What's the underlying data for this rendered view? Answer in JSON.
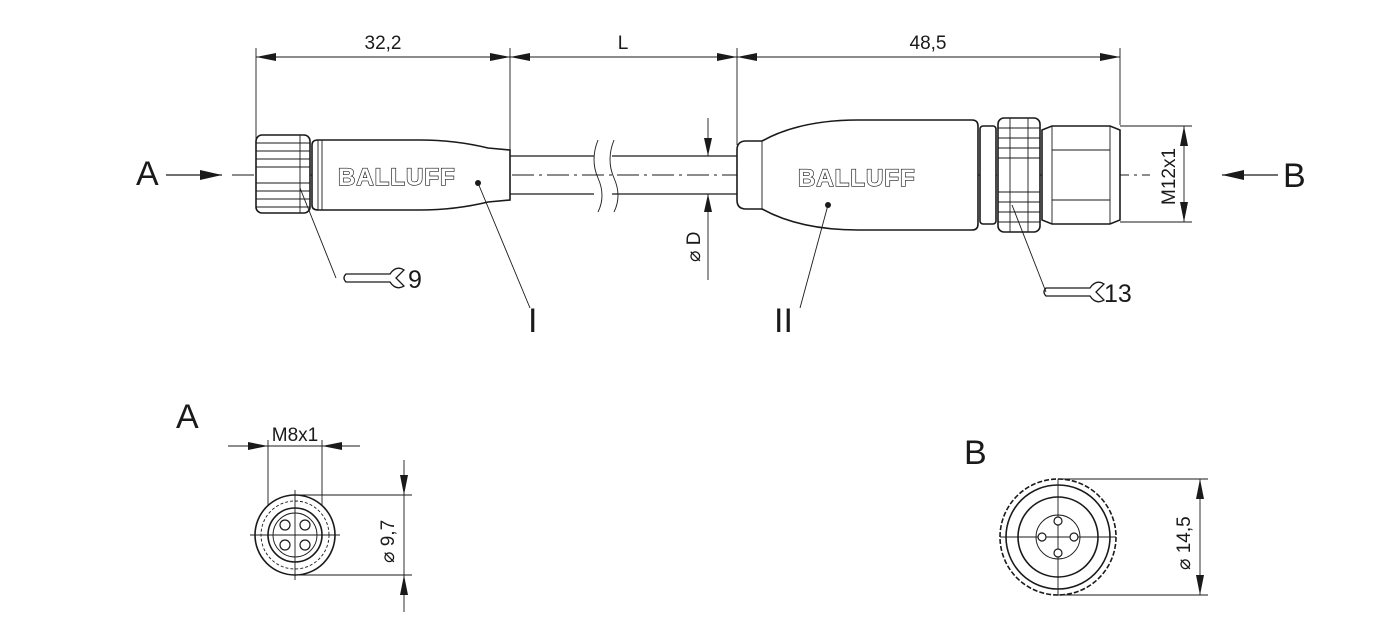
{
  "dimensions": {
    "left_length": "32,2",
    "cable_length": "L",
    "right_length": "48,5",
    "cable_diameter": "⌀ D",
    "thread_b": "M12x1",
    "thread_a": "M8x1",
    "diameter_a": "⌀ 9,7",
    "diameter_b": "⌀ 14,5"
  },
  "labels": {
    "end_a": "A",
    "end_b": "B",
    "connector_one": "I",
    "connector_two": "II",
    "view_a": "A",
    "view_b": "B"
  },
  "wrench_sizes": {
    "left": "9",
    "right": "13"
  },
  "brand": {
    "left": "BALLUFF",
    "right": "BALLUFF"
  },
  "colors": {
    "ink": "#1a1a1a",
    "paper": "#ffffff"
  }
}
